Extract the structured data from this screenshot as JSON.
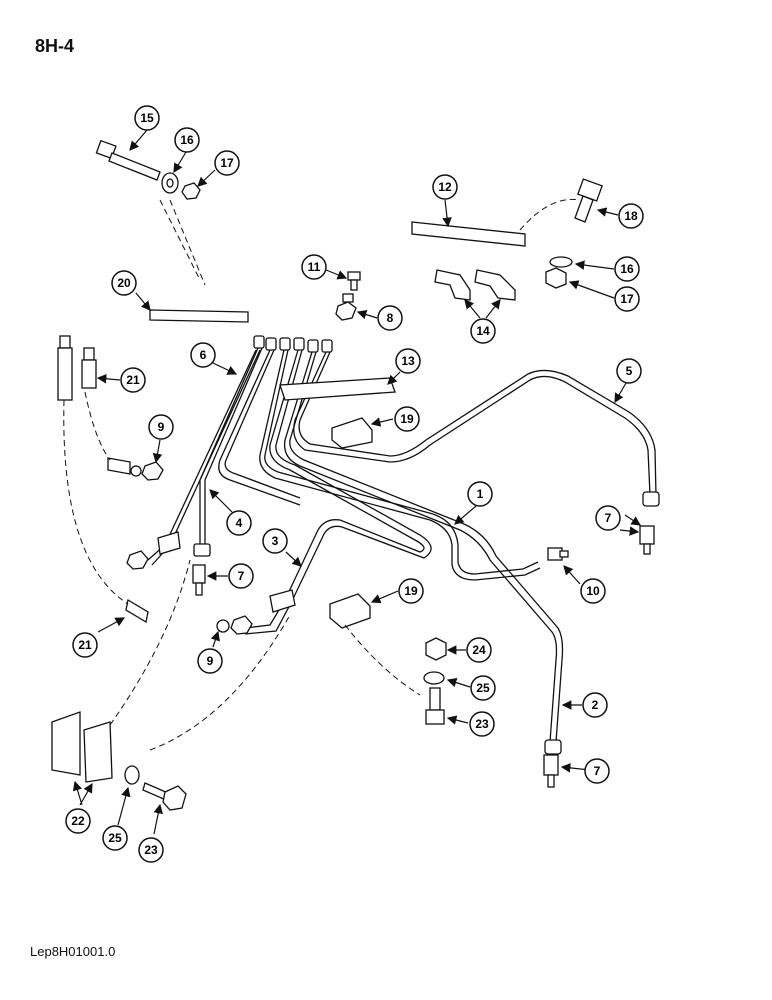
{
  "page_label": "8H-4",
  "footer_code": "Lep8H01001.0",
  "callouts": [
    "15",
    "16",
    "17",
    "12",
    "18",
    "11",
    "16",
    "17",
    "20",
    "8",
    "14",
    "6",
    "21",
    "13",
    "5",
    "19",
    "9",
    "1",
    "4",
    "7",
    "3",
    "7",
    "10",
    "19",
    "21",
    "24",
    "9",
    "2",
    "25",
    "23",
    "7",
    "22",
    "25",
    "23"
  ]
}
